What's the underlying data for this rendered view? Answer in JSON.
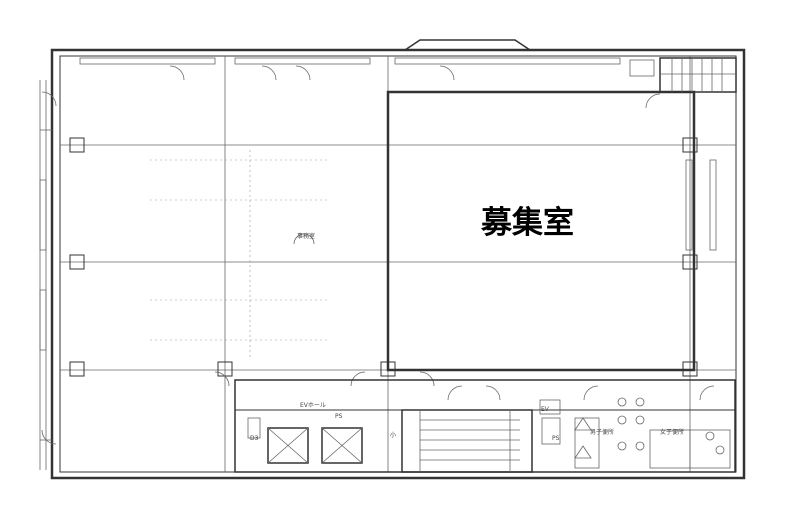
{
  "plan": {
    "vacancy_label": "募集室",
    "labels": {
      "left_room": "事務室",
      "ev_hall": "EVホール",
      "d3": "D3",
      "ps": "PS",
      "ev": "EV",
      "ps2": "PS",
      "wc_male": "男子便所",
      "wc_female": "女子便所",
      "small": "小"
    }
  }
}
